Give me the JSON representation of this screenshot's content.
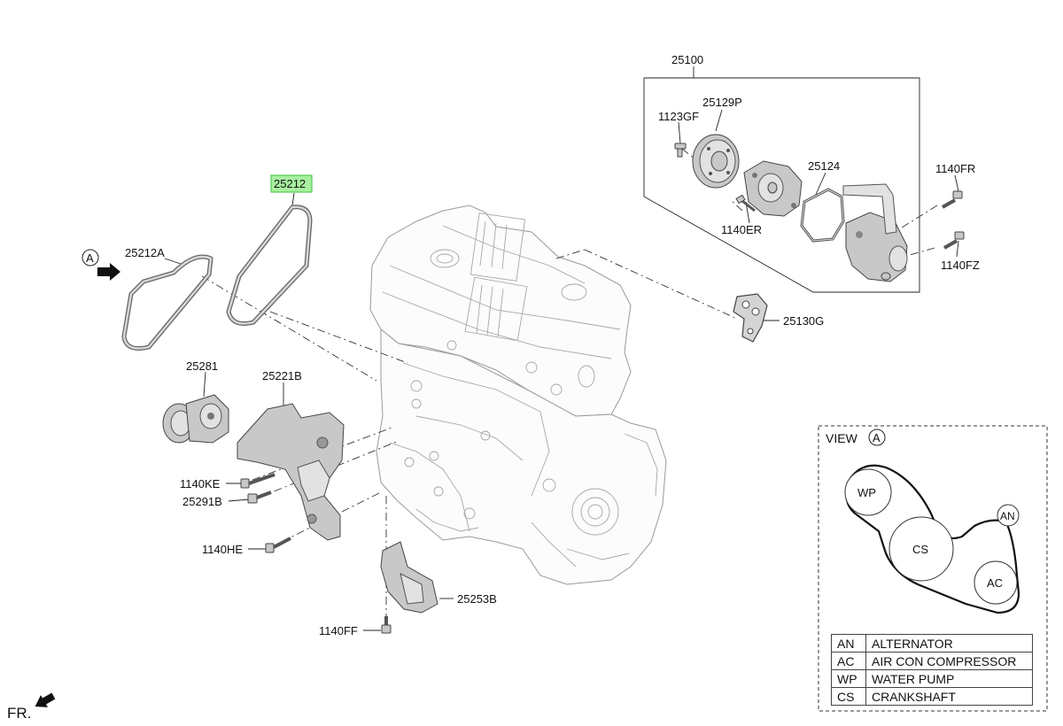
{
  "parts": {
    "p25100": "25100",
    "p25129P": "25129P",
    "p1123GF": "1123GF",
    "p25124": "25124",
    "p1140FR": "1140FR",
    "p1140ER": "1140ER",
    "p1140FZ": "1140FZ",
    "p25130G": "25130G",
    "p25212": "25212",
    "p25212A": "25212A",
    "p25281": "25281",
    "p25221B": "25221B",
    "p1140KE": "1140KE",
    "p25291B": "25291B",
    "p1140HE": "1140HE",
    "p25253B": "25253B",
    "p1140FF": "1140FF"
  },
  "callout_a": "A",
  "front_marker": "FR.",
  "highlight_color": "#a8f0a0",
  "view_box": {
    "title": "VIEW",
    "ref": "A",
    "pulleys": {
      "wp": "WP",
      "an": "AN",
      "cs": "CS",
      "ac": "AC"
    },
    "legend": [
      {
        "code": "AN",
        "name": "ALTERNATOR"
      },
      {
        "code": "AC",
        "name": "AIR CON COMPRESSOR"
      },
      {
        "code": "WP",
        "name": "WATER PUMP"
      },
      {
        "code": "CS",
        "name": "CRANKSHAFT"
      }
    ]
  }
}
